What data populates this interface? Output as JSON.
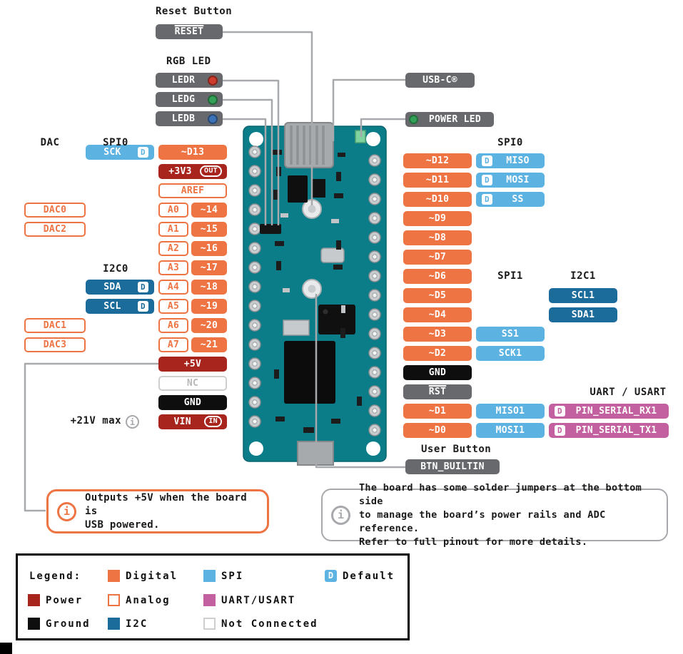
{
  "colors": {
    "digital": "#EE7444",
    "power": "#A8251E",
    "ground": "#0E0E0E",
    "spi": "#5CB2E1",
    "i2c": "#1B6B9B",
    "uart": "#C3609F",
    "gray_pill": "#67696C",
    "line": "#A7A9AC",
    "board": "#0B7D89",
    "led_red": "#CE3A2C",
    "led_green": "#33A057",
    "led_blue": "#3C72B7"
  },
  "top": {
    "reset_label": "Reset Button",
    "reset_pill": "RESET",
    "rgb_label": "RGB LED",
    "leds": [
      {
        "label": "LEDR"
      },
      {
        "label": "LEDG"
      },
      {
        "label": "LEDB"
      }
    ],
    "usb_pill": "USB-C®",
    "power_led_pill": "POWER LED",
    "user_button_label": "User Button",
    "user_button_pill": "BTN_BUILTIN"
  },
  "headers": {
    "dac": "DAC",
    "spi0_left": "SPI0",
    "i2c0": "I2C0",
    "spi0_right": "SPI0",
    "spi1": "SPI1",
    "i2c1": "I2C1",
    "uart": "UART / USART"
  },
  "left_pins": [
    {
      "pins": [
        {
          "slot": "bus",
          "text": "SCK",
          "type": "spi",
          "d": "right"
        },
        {
          "slot": "main",
          "text": "~D13",
          "type": "digital"
        }
      ]
    },
    {
      "pins": [
        {
          "slot": "main",
          "text": "+3V3",
          "type": "power",
          "badge": "OUT"
        }
      ]
    },
    {
      "pins": [
        {
          "slot": "main",
          "text": "AREF",
          "type": "analog"
        }
      ]
    },
    {
      "pins": [
        {
          "slot": "dac",
          "text": "DAC0",
          "type": "analog"
        },
        {
          "slot": "a",
          "text": "A0",
          "type": "analog"
        },
        {
          "slot": "num",
          "text": "~14",
          "type": "digital"
        }
      ]
    },
    {
      "pins": [
        {
          "slot": "dac",
          "text": "DAC2",
          "type": "analog"
        },
        {
          "slot": "a",
          "text": "A1",
          "type": "analog"
        },
        {
          "slot": "num",
          "text": "~15",
          "type": "digital"
        }
      ]
    },
    {
      "pins": [
        {
          "slot": "a",
          "text": "A2",
          "type": "analog"
        },
        {
          "slot": "num",
          "text": "~16",
          "type": "digital"
        }
      ]
    },
    {
      "pins": [
        {
          "slot": "a",
          "text": "A3",
          "type": "analog"
        },
        {
          "slot": "num",
          "text": "~17",
          "type": "digital"
        }
      ]
    },
    {
      "pins": [
        {
          "slot": "bus",
          "text": "SDA",
          "type": "i2c",
          "d": "right"
        },
        {
          "slot": "a",
          "text": "A4",
          "type": "analog"
        },
        {
          "slot": "num",
          "text": "~18",
          "type": "digital"
        }
      ]
    },
    {
      "pins": [
        {
          "slot": "bus",
          "text": "SCL",
          "type": "i2c",
          "d": "right"
        },
        {
          "slot": "a",
          "text": "A5",
          "type": "analog"
        },
        {
          "slot": "num",
          "text": "~19",
          "type": "digital"
        }
      ]
    },
    {
      "pins": [
        {
          "slot": "dac",
          "text": "DAC1",
          "type": "analog"
        },
        {
          "slot": "a",
          "text": "A6",
          "type": "analog"
        },
        {
          "slot": "num",
          "text": "~20",
          "type": "digital"
        }
      ]
    },
    {
      "pins": [
        {
          "slot": "dac",
          "text": "DAC3",
          "type": "analog"
        },
        {
          "slot": "a",
          "text": "A7",
          "type": "analog"
        },
        {
          "slot": "num",
          "text": "~21",
          "type": "digital"
        }
      ]
    },
    {
      "pins": [
        {
          "slot": "main",
          "text": "+5V",
          "type": "power"
        }
      ]
    },
    {
      "pins": [
        {
          "slot": "main",
          "text": "NC",
          "type": "nc"
        }
      ]
    },
    {
      "pins": [
        {
          "slot": "main",
          "text": "GND",
          "type": "ground"
        }
      ]
    },
    {
      "note": "+21V max",
      "pins": [
        {
          "slot": "main",
          "text": "VIN",
          "type": "power",
          "badge": "IN"
        }
      ]
    }
  ],
  "right_pins": [
    {
      "pins": [
        {
          "slot": "main",
          "text": "~D12",
          "type": "digital"
        },
        {
          "slot": "bus",
          "text": "MISO",
          "type": "spi",
          "d": "left"
        }
      ]
    },
    {
      "pins": [
        {
          "slot": "main",
          "text": "~D11",
          "type": "digital"
        },
        {
          "slot": "bus",
          "text": "MOSI",
          "type": "spi",
          "d": "left"
        }
      ]
    },
    {
      "pins": [
        {
          "slot": "main",
          "text": "~D10",
          "type": "digital"
        },
        {
          "slot": "bus",
          "text": "SS",
          "type": "spi",
          "d": "left"
        }
      ]
    },
    {
      "pins": [
        {
          "slot": "main",
          "text": "~D9",
          "type": "digital"
        }
      ]
    },
    {
      "pins": [
        {
          "slot": "main",
          "text": "~D8",
          "type": "digital"
        }
      ]
    },
    {
      "pins": [
        {
          "slot": "main",
          "text": "~D7",
          "type": "digital"
        }
      ]
    },
    {
      "pins": [
        {
          "slot": "main",
          "text": "~D6",
          "type": "digital"
        }
      ]
    },
    {
      "pins": [
        {
          "slot": "main",
          "text": "~D5",
          "type": "digital"
        },
        {
          "slot": "i2c",
          "text": "SCL1",
          "type": "i2c"
        }
      ]
    },
    {
      "pins": [
        {
          "slot": "main",
          "text": "~D4",
          "type": "digital"
        },
        {
          "slot": "i2c",
          "text": "SDA1",
          "type": "i2c"
        }
      ]
    },
    {
      "pins": [
        {
          "slot": "main",
          "text": "~D3",
          "type": "digital"
        },
        {
          "slot": "bus",
          "text": "SS1",
          "type": "spi"
        }
      ]
    },
    {
      "pins": [
        {
          "slot": "main",
          "text": "~D2",
          "type": "digital"
        },
        {
          "slot": "bus",
          "text": "SCK1",
          "type": "spi"
        }
      ]
    },
    {
      "pins": [
        {
          "slot": "main",
          "text": "GND",
          "type": "ground"
        }
      ]
    },
    {
      "pins": [
        {
          "slot": "main",
          "text": "RST",
          "type": "gray",
          "overline": true
        }
      ]
    },
    {
      "pins": [
        {
          "slot": "main",
          "text": "~D1",
          "type": "digital"
        },
        {
          "slot": "bus",
          "text": "MISO1",
          "type": "spi"
        },
        {
          "slot": "uart",
          "text": "PIN_SERIAL_RX1",
          "type": "uart",
          "d": "left"
        }
      ]
    },
    {
      "pins": [
        {
          "slot": "main",
          "text": "~D0",
          "type": "digital"
        },
        {
          "slot": "bus",
          "text": "MOSI1",
          "type": "spi"
        },
        {
          "slot": "uart",
          "text": "PIN_SERIAL_TX1",
          "type": "uart",
          "d": "left"
        }
      ]
    }
  ],
  "notes": {
    "left": {
      "lines": [
        "Outputs +5V when the board is",
        "USB powered."
      ]
    },
    "right": {
      "lines": [
        "The board has some solder jumpers at the bottom side",
        "to manage the board’s power rails and ADC reference.",
        "Refer to full pinout for more details."
      ]
    }
  },
  "legend": {
    "title": "Legend:",
    "items": [
      {
        "label": "Digital",
        "swatch": "digital"
      },
      {
        "label": "SPI",
        "swatch": "spi"
      },
      {
        "label": "Default",
        "swatch": "default"
      },
      {
        "label": "Power",
        "swatch": "power"
      },
      {
        "label": "Analog",
        "swatch": "analog"
      },
      {
        "label": "UART/USART",
        "swatch": "uart"
      },
      {
        "label": "Ground",
        "swatch": "ground"
      },
      {
        "label": "I2C",
        "swatch": "i2c"
      },
      {
        "label": "Not Connected",
        "swatch": "nc"
      }
    ]
  }
}
